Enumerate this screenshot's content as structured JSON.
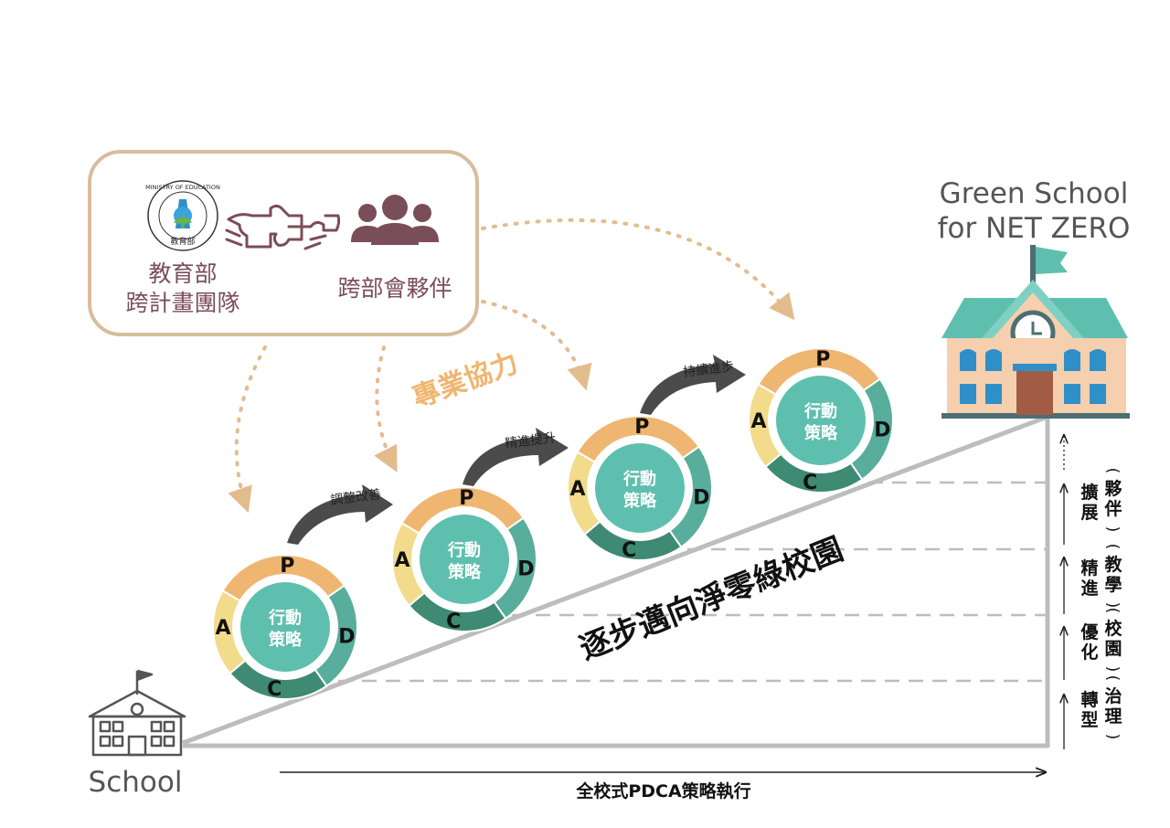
{
  "partners": {
    "moe_logo_text": "MINISTRY OF EDUCATION",
    "moe_logo_cn": "教育部",
    "moe_team_line1": "教育部",
    "moe_team_line2": "跨計畫團隊",
    "cross_partners": "跨部會夥伴",
    "collab_label": "專業協力"
  },
  "cycle": {
    "center_line1": "行動",
    "center_line2": "策略",
    "letters": {
      "p": "P",
      "d": "D",
      "c": "C",
      "a": "A"
    }
  },
  "transitions": [
    "調整改善",
    "精進提升",
    "持續進步"
  ],
  "slope_label": "逐步邁向淨零綠校園",
  "start_label": "School",
  "goal_line1": "Green School",
  "goal_line2": "for NET ZERO",
  "bottom_axis_label": "全校式PDCA策略執行",
  "stages": [
    {
      "main": "轉型",
      "sub": "治理"
    },
    {
      "main": "優化",
      "sub": "校園"
    },
    {
      "main": "精進",
      "sub": "教學"
    },
    {
      "main": "擴展",
      "sub": "夥伴"
    }
  ],
  "colors": {
    "p": "#efb671",
    "d": "#58ad9c",
    "c": "#3e8a72",
    "a": "#f2db8a",
    "center": "#5fbfae",
    "frame": "#d8bd9c",
    "dots": "#e3bc8e",
    "text_brown": "#7a4e58",
    "arrow_dark": "#4b4b4b",
    "roof": "#5fbfae",
    "wall": "#f5cfae"
  }
}
